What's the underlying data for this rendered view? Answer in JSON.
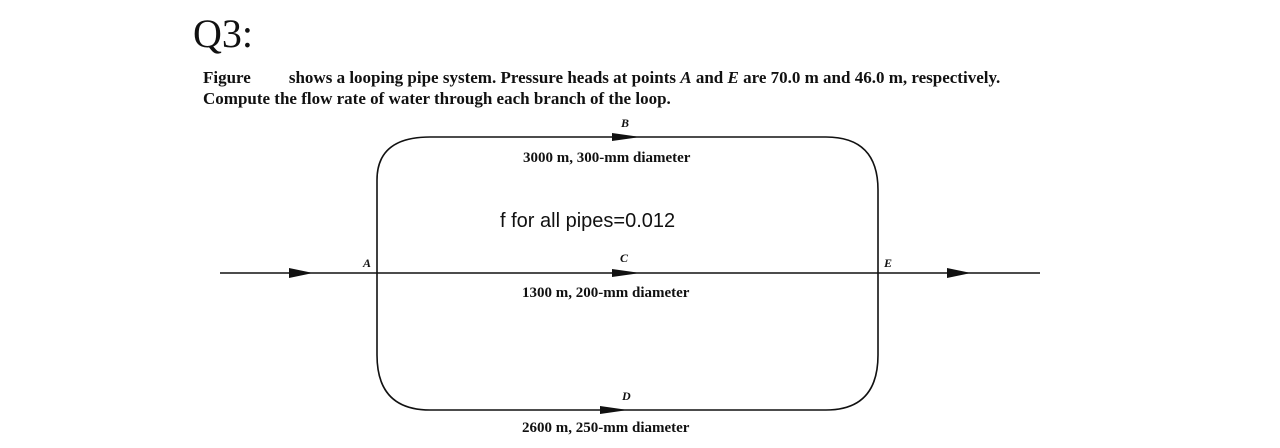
{
  "heading": "Q3:",
  "problem": {
    "word_figure": "Figure",
    "line1_part1": "shows a looping pipe system. Pressure heads at points ",
    "point_a": "A",
    "line1_part2": " and ",
    "point_e": "E",
    "line1_part3": " are 70.0 m and 46.0 m, respectively.",
    "line2": "Compute the flow rate of water through each branch of the loop."
  },
  "diagram": {
    "points": {
      "A": "A",
      "B": "B",
      "C": "C",
      "D": "D",
      "E": "E"
    },
    "pipes": {
      "upper": "3000 m, 300-mm diameter",
      "middle": "1300 m, 200-mm diameter",
      "lower": "2600 m, 250-mm diameter"
    },
    "note": "f for all pipes=0.012"
  }
}
